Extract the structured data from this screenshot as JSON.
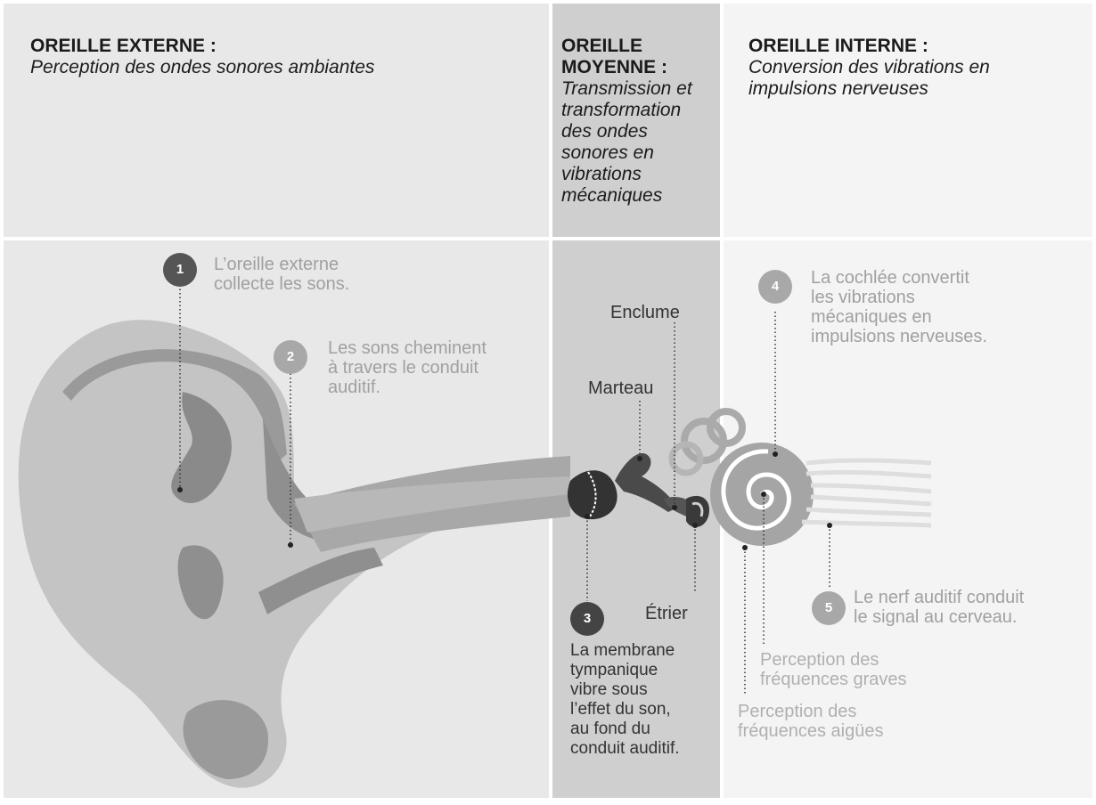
{
  "sections": {
    "external": {
      "title": "OREILLE EXTERNE :",
      "subtitle": "Perception des ondes sonores ambiantes"
    },
    "middle": {
      "title_line1": "OREILLE",
      "title_line2": "MOYENNE :",
      "subtitle_lines": [
        "Transmission et",
        "transformation",
        "des ondes",
        "sonores en",
        "vibrations",
        "mécaniques"
      ]
    },
    "internal": {
      "title": "OREILLE INTERNE :",
      "subtitle_lines": [
        "Conversion des vibrations en",
        "impulsions nerveuses"
      ]
    }
  },
  "steps": [
    {
      "number": "1",
      "lines": [
        "L’oreille externe",
        "collecte les sons."
      ]
    },
    {
      "number": "2",
      "lines": [
        "Les sons cheminent",
        "à travers le conduit",
        "auditif."
      ]
    },
    {
      "number": "3",
      "lines": [
        "La membrane",
        "tympanique",
        "vibre sous",
        "l’effet du son,",
        "au fond du",
        "conduit auditif."
      ]
    },
    {
      "number": "4",
      "lines": [
        "La cochlée convertit",
        "les vibrations",
        "mécaniques en",
        "impulsions nerveuses."
      ]
    },
    {
      "number": "5",
      "lines": [
        "Le nerf auditif conduit",
        "le signal au cerveau."
      ]
    }
  ],
  "parts": {
    "enclume": "Enclume",
    "marteau": "Marteau",
    "etrier": "Étrier",
    "graves": [
      "Perception des",
      "fréquences graves"
    ],
    "aigues": [
      "Perception des",
      "fréquences aigües"
    ]
  },
  "colors": {
    "external_bg": "#e8e8e8",
    "middle_bg": "#cfcfcf",
    "internal_bg": "#f4f4f4",
    "badge_dark": "#555555",
    "badge_light": "#a8a8a8"
  }
}
